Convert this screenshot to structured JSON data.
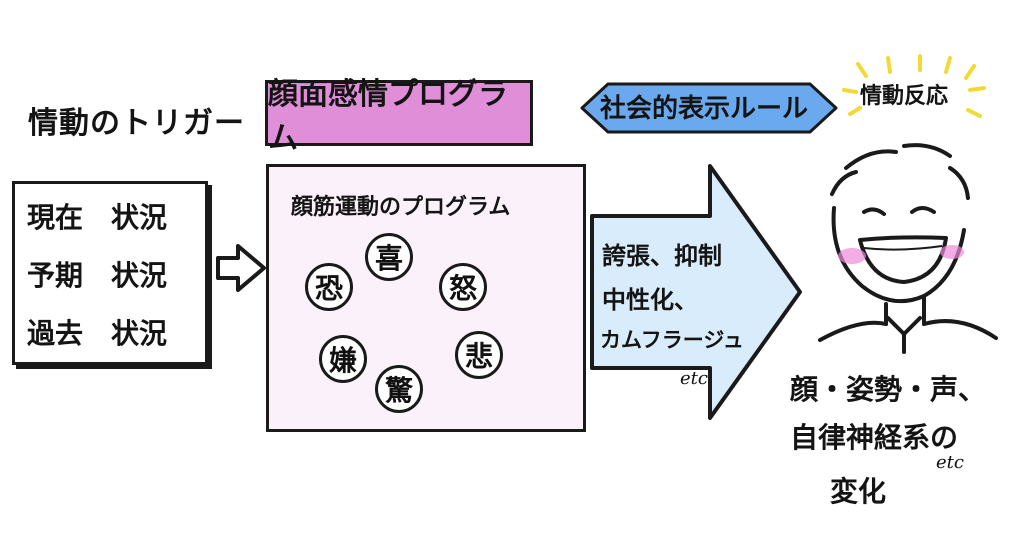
{
  "trigger": {
    "title": "情動のトリガー",
    "items": [
      "現在　状況",
      "予期　状況",
      "過去　状況"
    ]
  },
  "program": {
    "label": "顔面感情プログラム",
    "box_title": "顔筋運動のプログラム",
    "emotions": [
      "喜",
      "恐",
      "怒",
      "嫌",
      "悲",
      "驚"
    ]
  },
  "social_rules": {
    "label": "社会的表示ルール",
    "lines": [
      "誇張、抑制",
      "中性化、",
      "カムフラージュ"
    ],
    "etc": "etc"
  },
  "reaction": {
    "label": "情動反応",
    "lines": [
      "顔・姿勢・声、",
      "自律神経系の",
      "変化"
    ],
    "etc": "etc"
  },
  "colors": {
    "program_label": "#e08ed8",
    "facial_box": "#fbf1fb",
    "social_banner": "#6aa9ee",
    "arrow": "#d9ecfb",
    "glow": "#f3d936",
    "blush": "#ec8ad8"
  }
}
